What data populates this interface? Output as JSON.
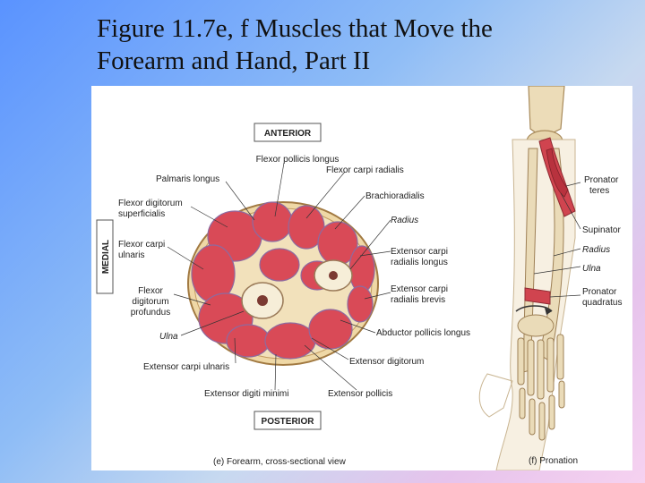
{
  "slide": {
    "title_line1": "Figure 11.7e, f  Muscles that Move the",
    "title_line2": "Forearm and Hand, Part II"
  },
  "figure_e": {
    "orientation": {
      "anterior": "ANTERIOR",
      "posterior": "POSTERIOR",
      "medial": "MEDIAL"
    },
    "labels": {
      "flexor_pollicis_longus": "Flexor pollicis longus",
      "palmaris_longus": "Palmaris longus",
      "flexor_carpi_radialis": "Flexor carpi radialis",
      "brachioradialis": "Brachioradialis",
      "fds_line1": "Flexor digitorum",
      "fds_line2": "superficialis",
      "radius": "Radius",
      "fcu_line1": "Flexor carpi",
      "fcu_line2": "ulnaris",
      "ecrl_line1": "Extensor carpi",
      "ecrl_line2": "radialis longus",
      "fdp_line1": "Flexor",
      "fdp_line2": "digitorum",
      "fdp_line3": "profundus",
      "ecrb_line1": "Extensor carpi",
      "ecrb_line2": "radialis brevis",
      "abductor_pollicis_longus": "Abductor pollicis longus",
      "ulna": "Ulna",
      "extensor_digitorum": "Extensor digitorum",
      "extensor_carpi_ulnaris": "Extensor carpi ulnaris",
      "extensor_digiti_minimi": "Extensor digiti minimi",
      "extensor_pollicis": "Extensor pollicis"
    },
    "caption": "(e) Forearm, cross-sectional view"
  },
  "figure_f": {
    "labels": {
      "pronator_teres_line1": "Pronator",
      "pronator_teres_line2": "teres",
      "supinator": "Supinator",
      "radius": "Radius",
      "ulna": "Ulna",
      "pq_line1": "Pronator",
      "pq_line2": "quadratus"
    },
    "caption": "(f) Pronation"
  }
}
